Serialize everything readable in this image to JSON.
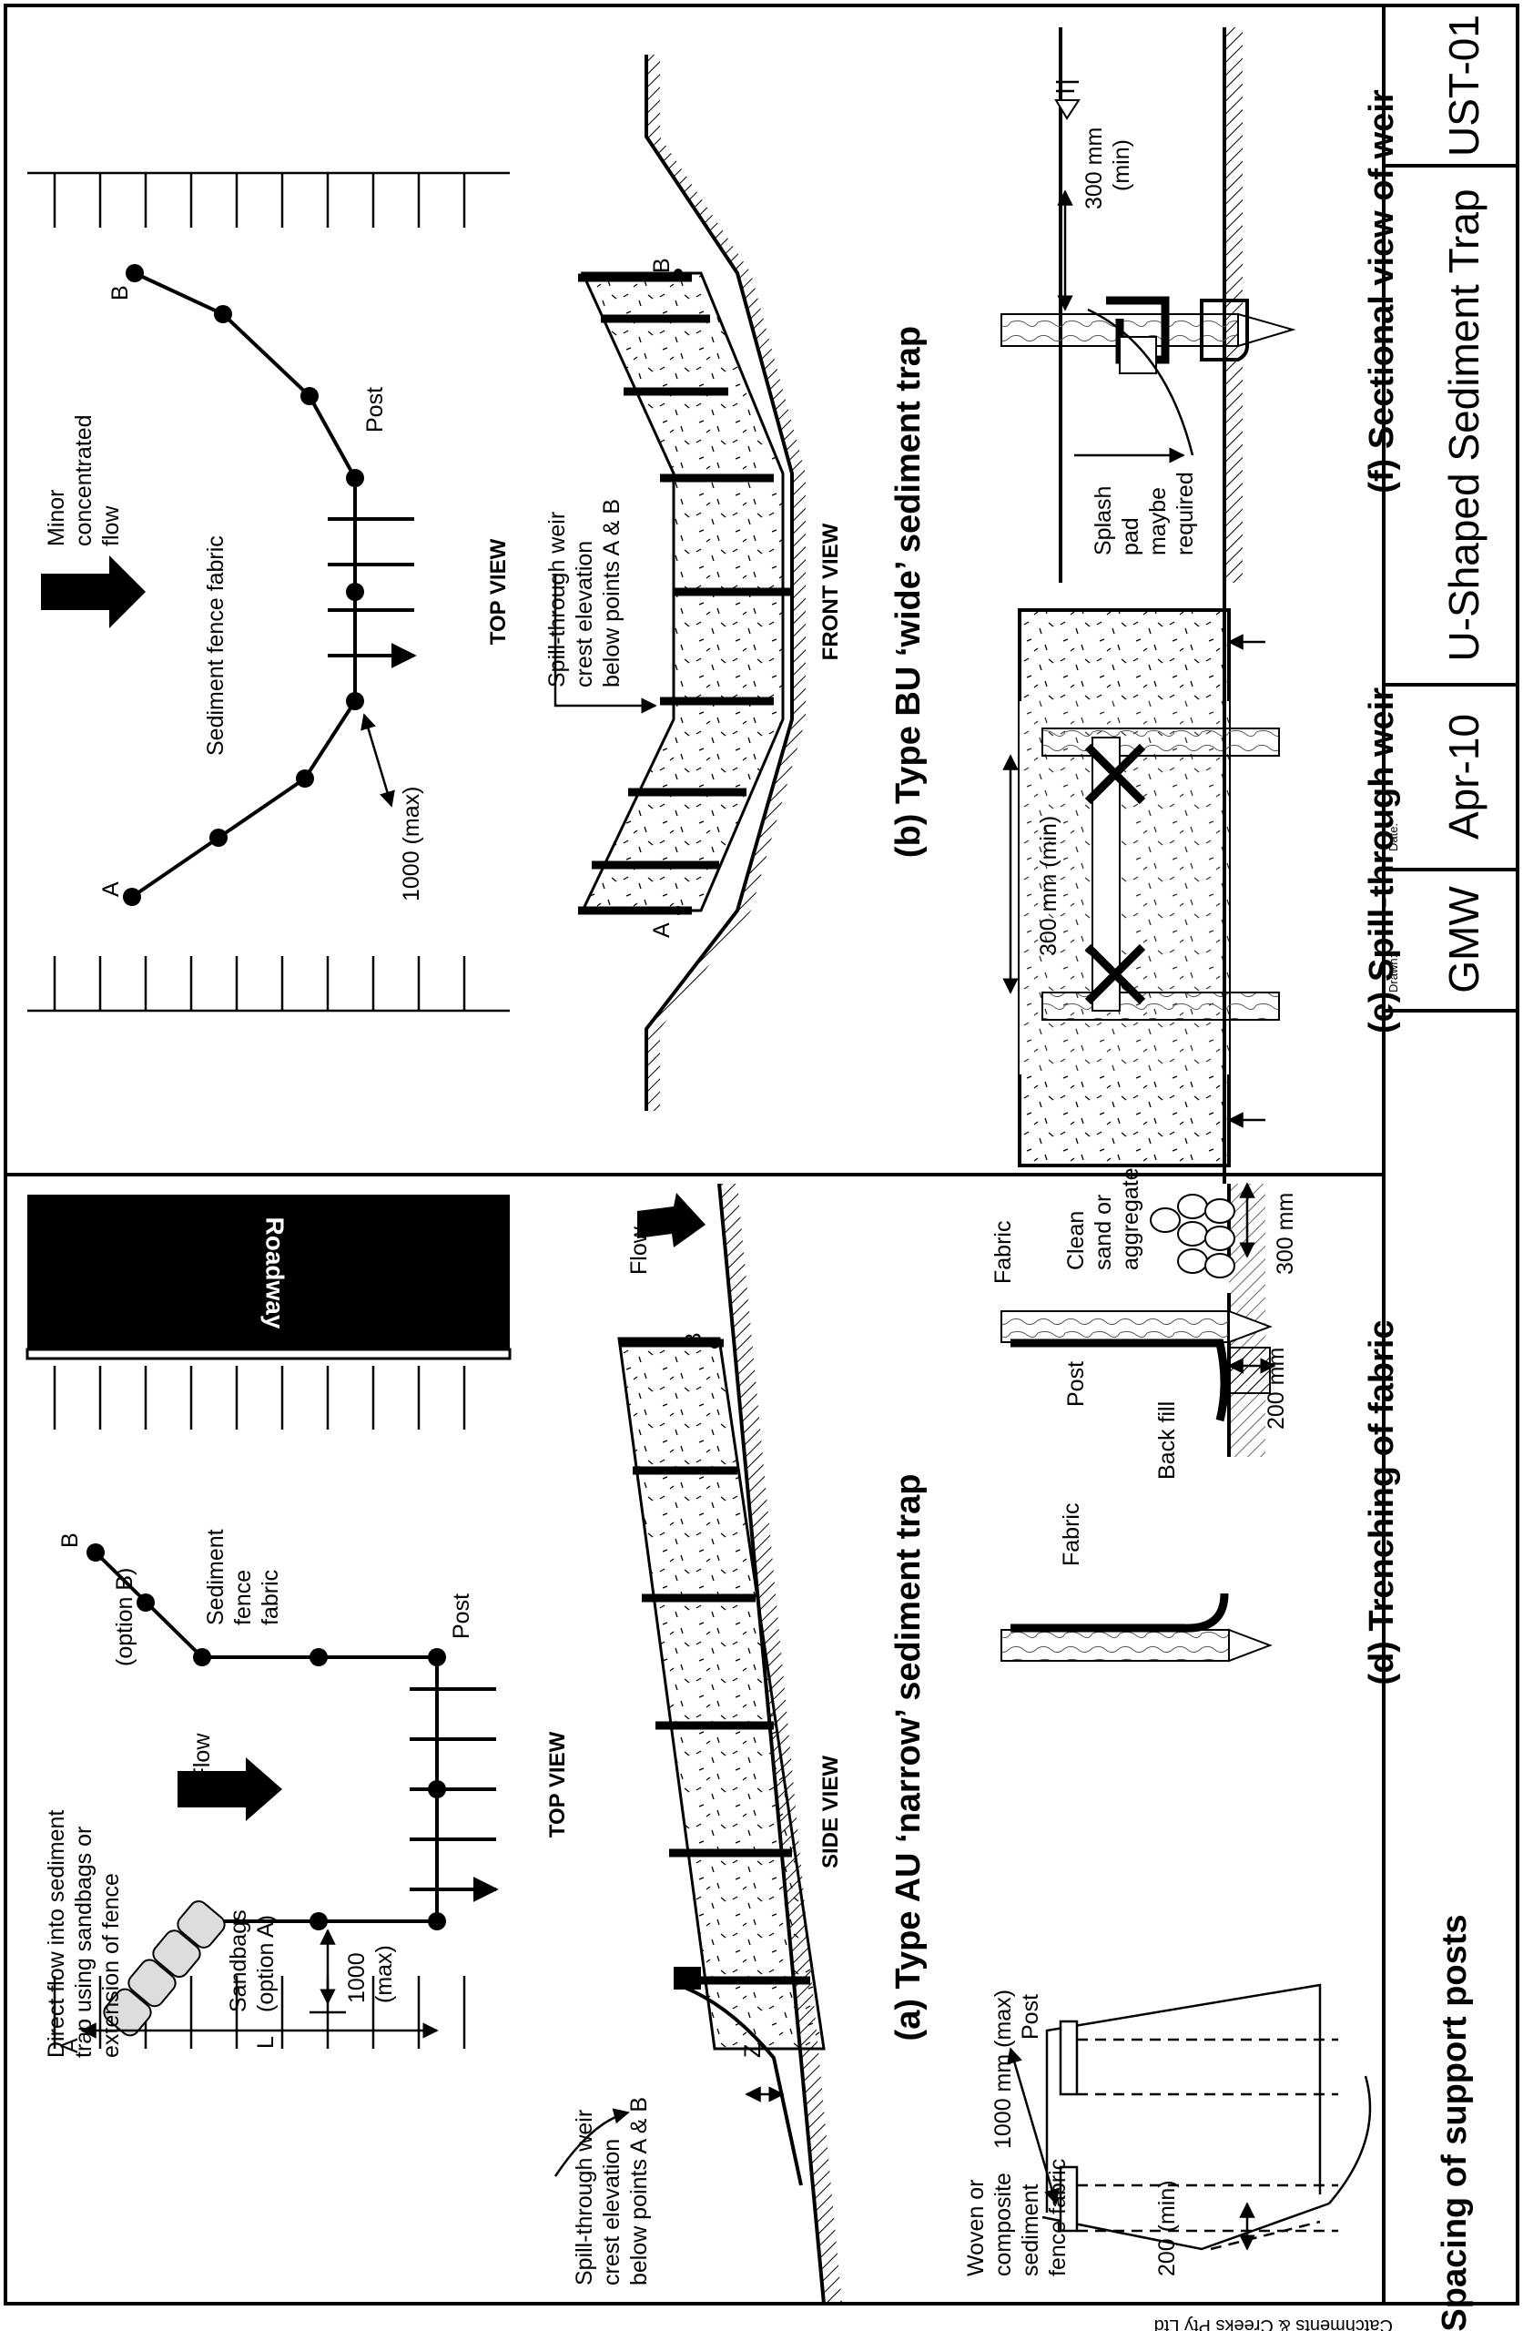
{
  "title_block": {
    "drawn_label": "Drawn:",
    "drawn_value": "GMW",
    "date_label": "Date:",
    "date_value": "Apr-10",
    "title": "U-Shaped Sediment Trap",
    "code": "UST-01"
  },
  "copyright": "Catchments & Creeks Pty Ltd",
  "panel_a": {
    "caption": "(a) Type AU ‘narrow’ sediment trap",
    "top_view": {
      "view_label": "TOP VIEW",
      "roadway": "Roadway",
      "flow": "Flow",
      "direct_flow_note": [
        "Direct flow into sediment",
        "trap using sandbags or",
        "extension of fence"
      ],
      "sandbags": [
        "Sandbags",
        "(option A)"
      ],
      "option_b": "(option B)",
      "fence_fabric": [
        "Sediment",
        "fence",
        "fabric"
      ],
      "post": "Post",
      "spacing": [
        "1000",
        "(max)"
      ],
      "length": "L",
      "point_a": "A",
      "point_b": "B"
    },
    "side_view": {
      "view_label": "SIDE VIEW",
      "flow": "Flow",
      "weir_note": [
        "Spill-through weir",
        "crest elevation",
        "below points A & B"
      ],
      "z": "Z",
      "point_b": "B"
    }
  },
  "panel_b": {
    "caption": "(b) Type BU ‘wide’ sediment trap",
    "top_view": {
      "view_label": "TOP VIEW",
      "flow_note": [
        "Minor",
        "concentrated",
        "flow"
      ],
      "fence_fabric": "Sediment fence fabric",
      "post": "Post",
      "spacing": "1000 (max)",
      "point_a": "A",
      "point_b": "B"
    },
    "front_view": {
      "view_label": "FRONT VIEW",
      "weir_note": [
        "Spill-through weir",
        "crest elevation",
        "below points A & B"
      ],
      "point_a": "A",
      "point_b": "B"
    }
  },
  "panel_c": {
    "caption": "(c) Spacing of support posts",
    "spacing": "1000 mm (max)",
    "post": "Post",
    "fabric": [
      "Woven or",
      "composite",
      "sediment",
      "fence fabric"
    ],
    "embed": "200 (min)"
  },
  "panel_d": {
    "caption": "(d) Trenching of fabric",
    "fabric_1": "Fabric",
    "back_fill": "Back fill",
    "depth": "200 mm",
    "post": "Post",
    "fabric_2": "Fabric",
    "sand": [
      "Clean",
      "sand or",
      "aggregate"
    ],
    "width": "300 mm"
  },
  "panel_e": {
    "caption": "(e) Spill-through weir",
    "width": "300 mm (min)"
  },
  "panel_f": {
    "caption": "(f) Sectional view of weir",
    "splash": [
      "Splash",
      "pad",
      "maybe",
      "required"
    ],
    "height": [
      "300 mm",
      "(min)"
    ]
  }
}
